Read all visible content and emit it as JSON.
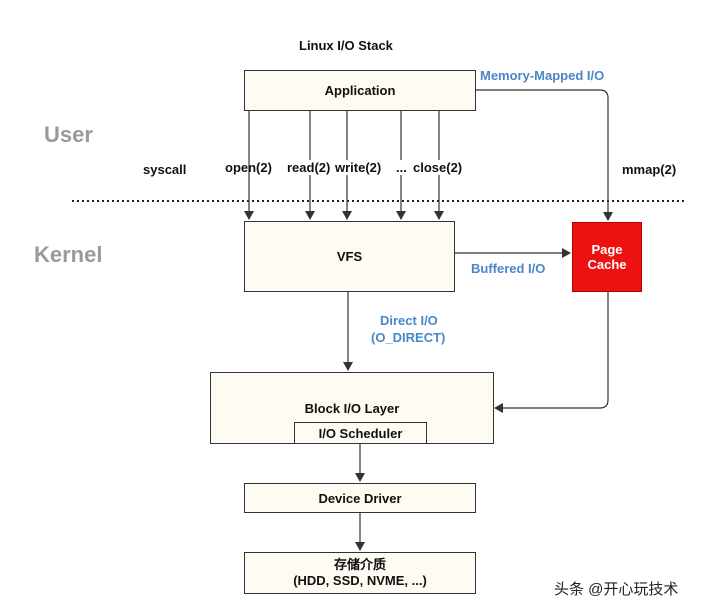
{
  "title": "Linux I/O Stack",
  "zones": {
    "user": "User",
    "kernel": "Kernel"
  },
  "syscall_label": "syscall",
  "syscalls": [
    "open(2)",
    "read(2)",
    "write(2)",
    "...",
    "close(2)"
  ],
  "mmap_label": "mmap(2)",
  "memory_mapped_label": "Memory-Mapped I/O",
  "buffered_label": "Buffered I/O",
  "direct_io_label": [
    "Direct I/O",
    "(O_DIRECT)"
  ],
  "boxes": {
    "application": "Application",
    "vfs": "VFS",
    "page_cache": [
      "Page",
      "Cache"
    ],
    "block_layer": "Block I/O Layer",
    "scheduler": "I/O Scheduler",
    "device_driver": "Device Driver",
    "storage": [
      "存储介质",
      "(HDD, SSD, NVME, ...)"
    ]
  },
  "watermark": "头条 @开心玩技术",
  "colors": {
    "box_fill": "#fdfbf2",
    "page_cache": "#ee1111",
    "accent_blue": "#4a86c8",
    "zone_grey": "#9a9a9a"
  }
}
